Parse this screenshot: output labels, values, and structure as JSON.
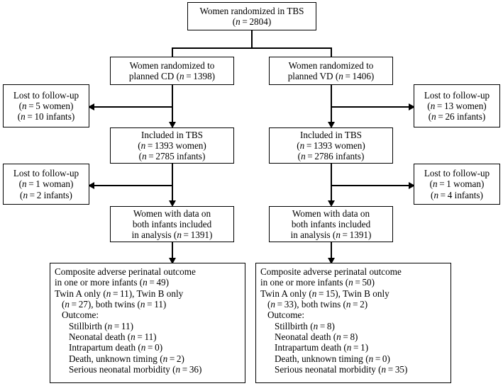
{
  "figure": {
    "type": "flowchart",
    "title": "CONSORT-style participant flow diagram for the Twin Birth Study (TBS)",
    "orientation": "top-down, two parallel arms"
  },
  "nodes": {
    "randomized": {
      "name": "women-randomized-tbs",
      "lines": [
        "Women randomized in TBS",
        "(n = 2804)"
      ],
      "n": 2804
    },
    "arm_cd": {
      "name": "randomized-planned-cd",
      "lines": [
        "Women randomized to",
        "planned CD (n = 1398)"
      ],
      "n": 1398,
      "arm": "planned CD"
    },
    "arm_vd": {
      "name": "randomized-planned-vd",
      "lines": [
        "Women randomized to",
        "planned VD (n = 1406)"
      ],
      "n": 1406,
      "arm": "planned VD"
    },
    "lost_cd_1": {
      "name": "lost-to-followup-cd-1",
      "lines": [
        "Lost to follow-up",
        "(n = 5 women)",
        "(n = 10 infants)"
      ],
      "women": 5,
      "infants": 10
    },
    "lost_vd_1": {
      "name": "lost-to-followup-vd-1",
      "lines": [
        "Lost to follow-up",
        "(n = 13 women)",
        "(n = 26 infants)"
      ],
      "women": 13,
      "infants": 26
    },
    "included_cd": {
      "name": "included-in-tbs-cd",
      "lines": [
        "Included in TBS",
        "(n = 1393 women)",
        "(n = 2785 infants)"
      ],
      "women": 1393,
      "infants": 2785
    },
    "included_vd": {
      "name": "included-in-tbs-vd",
      "lines": [
        "Included in TBS",
        "(n = 1393 women)",
        "(n = 2786 infants)"
      ],
      "women": 1393,
      "infants": 2786
    },
    "lost_cd_2": {
      "name": "lost-to-followup-cd-2",
      "lines": [
        "Lost to follow-up",
        "(n = 1 woman)",
        "(n = 2 infants)"
      ],
      "women": 1,
      "infants": 2
    },
    "lost_vd_2": {
      "name": "lost-to-followup-vd-2",
      "lines": [
        "Lost to follow-up",
        "(n = 1 woman)",
        "(n = 4 infants)"
      ],
      "women": 1,
      "infants": 4
    },
    "analysis_cd": {
      "name": "women-with-data-both-infants-cd",
      "lines": [
        "Women with data on",
        "both infants included",
        "in analysis (n = 1391)"
      ],
      "n": 1391
    },
    "analysis_vd": {
      "name": "women-with-data-both-infants-vd",
      "lines": [
        "Women with data on",
        "both infants included",
        "in analysis (n = 1391)"
      ],
      "n": 1391
    },
    "outcome_cd": {
      "name": "composite-outcome-cd",
      "lines": [
        "Composite adverse perinatal outcome",
        "in one or more infants (n = 49)",
        "Twin A only (n = 11), Twin B only",
        "(n = 27), both twins (n = 11)",
        "Outcome:",
        "Stillbirth (n = 11)",
        "Neonatal death (n = 11)",
        "Intrapartum death (n = 0)",
        "Death, unknown timing (n = 2)",
        "Serious neonatal morbidity (n = 36)"
      ],
      "composite_total": 49,
      "twin_a_only": 11,
      "twin_b_only": 27,
      "both_twins": 11,
      "stillbirth": 11,
      "neonatal_death": 11,
      "intrapartum_death": 0,
      "death_unknown_timing": 2,
      "serious_neonatal_morbidity": 36
    },
    "outcome_vd": {
      "name": "composite-outcome-vd",
      "lines": [
        "Composite adverse perinatal outcome",
        "in one or more infants (n = 50)",
        "Twin A only (n = 15), Twin B only",
        "(n = 33), both twins (n = 2)",
        "Outcome:",
        "Stillbirth (n = 8)",
        "Neonatal death (n = 8)",
        "Intrapartum death (n = 1)",
        "Death, unknown timing (n = 0)",
        "Serious neonatal morbidity (n = 35)"
      ],
      "composite_total": 50,
      "twin_a_only": 15,
      "twin_b_only": 33,
      "both_twins": 2,
      "stillbirth": 8,
      "neonatal_death": 8,
      "intrapartum_death": 1,
      "death_unknown_timing": 0,
      "serious_neonatal_morbidity": 35
    }
  },
  "colors": {
    "stroke": "#000000",
    "background": "#ffffff",
    "text": "#000000"
  }
}
